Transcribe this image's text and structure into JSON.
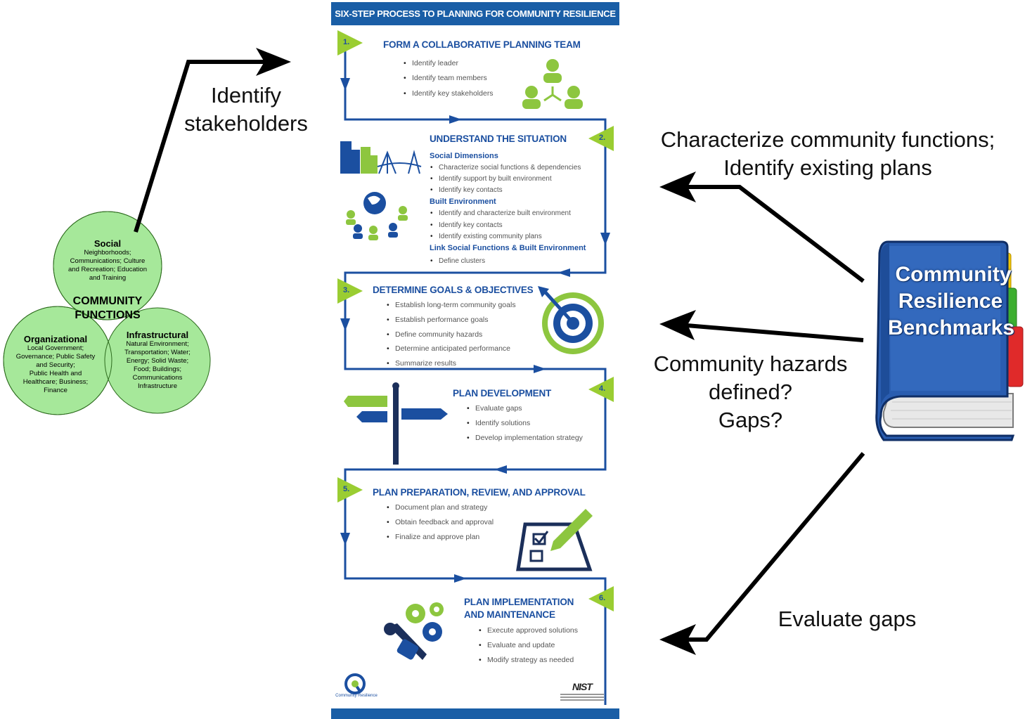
{
  "venn": {
    "center_title_line1": "COMMUNITY",
    "center_title_line2": "FUNCTIONS",
    "social": {
      "title": "Social",
      "lines": [
        "Neighborhoods;",
        "Communications; Culture",
        "and Recreation; Education",
        "and Training"
      ]
    },
    "organizational": {
      "title": "Organizational",
      "lines": [
        "Local Government;",
        "Governance; Public Safety",
        "and Security;",
        "Public Health and",
        "Healthcare; Business;",
        "Finance"
      ]
    },
    "infrastructural": {
      "title": "Infrastructural",
      "lines": [
        "Natural Environment;",
        "Transportation; Water;",
        "Energy; Solid Waste;",
        "Food; Buildings;",
        "Communications",
        "Infrastructure"
      ]
    },
    "fill_color": "#a6e89a"
  },
  "labels": {
    "identify_stakeholders_line1": "Identify",
    "identify_stakeholders_line2": "stakeholders",
    "characterize_line1": "Characterize community functions;",
    "characterize_line2": "Identify existing plans",
    "hazards_line1": "Community hazards",
    "hazards_line2": "defined?",
    "hazards_line3": "Gaps?",
    "evaluate_gaps": "Evaluate gaps"
  },
  "book": {
    "line1": "Community",
    "line2": "Resilience",
    "line3": "Benchmarks",
    "cover_color": "#2a5db0",
    "tab_colors": [
      "#f2c500",
      "#3cae2f",
      "#e02a2a"
    ]
  },
  "infographic": {
    "header": "SIX-STEP PROCESS TO PLANNING FOR COMMUNITY RESILIENCE",
    "accent_blue": "#1a5ea6",
    "accent_green": "#9acd32",
    "steps": [
      {
        "num": "1.",
        "title": "FORM A COLLABORATIVE PLANNING TEAM",
        "bullets": [
          "Identify leader",
          "Identify team members",
          "Identify key stakeholders"
        ]
      },
      {
        "num": "2.",
        "title": "UNDERSTAND THE SITUATION",
        "sections": [
          {
            "title": "Social Dimensions",
            "bullets": [
              "Characterize social functions & dependencies",
              "Identify support by built environment",
              "Identify key contacts"
            ]
          },
          {
            "title": "Built Environment",
            "bullets": [
              "Identify and characterize built environment",
              "Identify key contacts",
              "Identify existing community plans"
            ]
          },
          {
            "title": "Link Social Functions & Built Environment",
            "bullets": [
              "Define clusters"
            ]
          }
        ]
      },
      {
        "num": "3.",
        "title": "DETERMINE GOALS & OBJECTIVES",
        "bullets": [
          "Establish long-term community goals",
          "Establish performance goals",
          "Define community hazards",
          "Determine anticipated performance",
          "Summarize results"
        ]
      },
      {
        "num": "4.",
        "title": "PLAN DEVELOPMENT",
        "bullets": [
          "Evaluate gaps",
          "Identify solutions",
          "Develop implementation strategy"
        ]
      },
      {
        "num": "5.",
        "title": "PLAN PREPARATION, REVIEW, AND APPROVAL",
        "bullets": [
          "Document plan and strategy",
          "Obtain feedback and approval",
          "Finalize and approve plan"
        ]
      },
      {
        "num": "6.",
        "title_line1": "PLAN IMPLEMENTATION",
        "title_line2": "AND MAINTENANCE",
        "bullets": [
          "Execute approved solutions",
          "Evaluate and update",
          "Modify strategy as needed"
        ]
      }
    ],
    "footer_left_logo": "Community Resilience",
    "footer_right_logo": "NIST"
  }
}
